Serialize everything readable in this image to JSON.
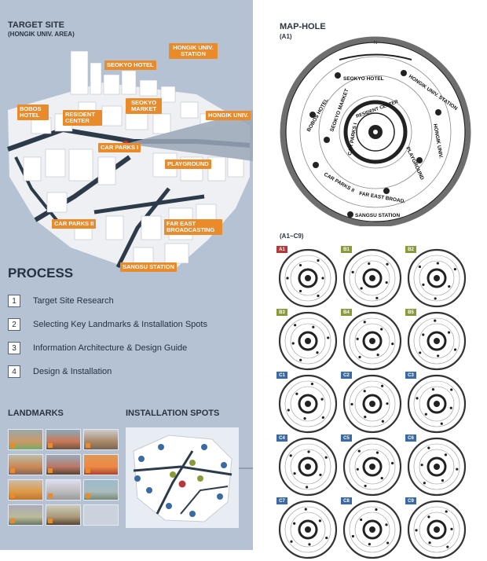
{
  "target_site": {
    "title": "TARGET SITE",
    "subtitle": "(HONGIK UNIV. AREA)",
    "labels": [
      "SEOKYO HOTEL",
      "HONGIK UNIV. STATION",
      "BOBOS HOTEL",
      "RESIDENT CENTER",
      "SEOKYO MARKET",
      "HONGIK UNIV.",
      "CAR PARKS I",
      "PLAYGROUND",
      "CAR PARKS II",
      "FAR EAST BROADCASTING",
      "SANGSU STATION"
    ]
  },
  "process": {
    "title": "PROCESS",
    "steps": [
      {
        "num": "1",
        "label": "Target Site Research"
      },
      {
        "num": "2",
        "label": "Selecting Key Landmarks & Installation Spots"
      },
      {
        "num": "3",
        "label": "Information Architecture & Design Guide"
      },
      {
        "num": "4",
        "label": "Design & Installation"
      }
    ]
  },
  "landmarks": {
    "title": "LANDMARKS"
  },
  "installation": {
    "title": "INSTALLATION SPOTS"
  },
  "map_hole": {
    "title": "MAP-HOLE",
    "subtitle": "(A1)",
    "center_label": "RESIDENT CENTER",
    "ring_labels": [
      "SEOKYO HOTEL",
      "HONGIK UNIV. STATION",
      "BOBOS HOTEL",
      "SEOKYO MARKET",
      "CAR PARKS I",
      "PLAYGROUND",
      "HONGIK UNIV.",
      "CAR PARKS II",
      "FAR EAST BROAD.",
      "SANGSU STATION"
    ]
  },
  "grid": {
    "title": "(A1~C9)",
    "cells": [
      "A1",
      "B1",
      "B2",
      "B3",
      "B4",
      "B5",
      "C1",
      "C2",
      "C3",
      "C4",
      "C5",
      "C6",
      "C7",
      "C8",
      "C9"
    ]
  },
  "colors": {
    "orange": "#e98a2b",
    "panel": "#b4c2d3",
    "dark": "#253044",
    "a_red": "#b33a3a",
    "b_green": "#8a9a3a",
    "c_blue": "#3a6aa3"
  }
}
